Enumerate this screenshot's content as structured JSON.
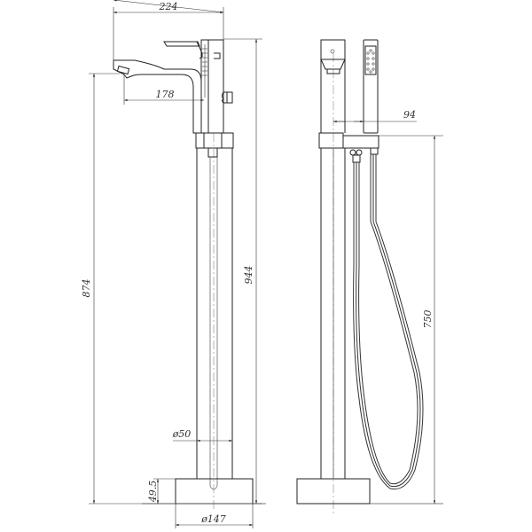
{
  "drawing": {
    "title": "Freestanding bath mixer with hand shower - technical drawing",
    "views": [
      "front-view",
      "side-view"
    ],
    "front_view": {
      "dimensions": {
        "spout_total_width": "224",
        "spout_reach": "178",
        "spout_height": "874",
        "total_height": "944",
        "column_diameter": "ø50",
        "base_height": "49.5",
        "base_diameter": "ø147"
      }
    },
    "side_view": {
      "dimensions": {
        "handshower_offset": "94",
        "holder_height": "750"
      }
    },
    "colors": {
      "line": "#222222",
      "background": "#ffffff"
    }
  }
}
